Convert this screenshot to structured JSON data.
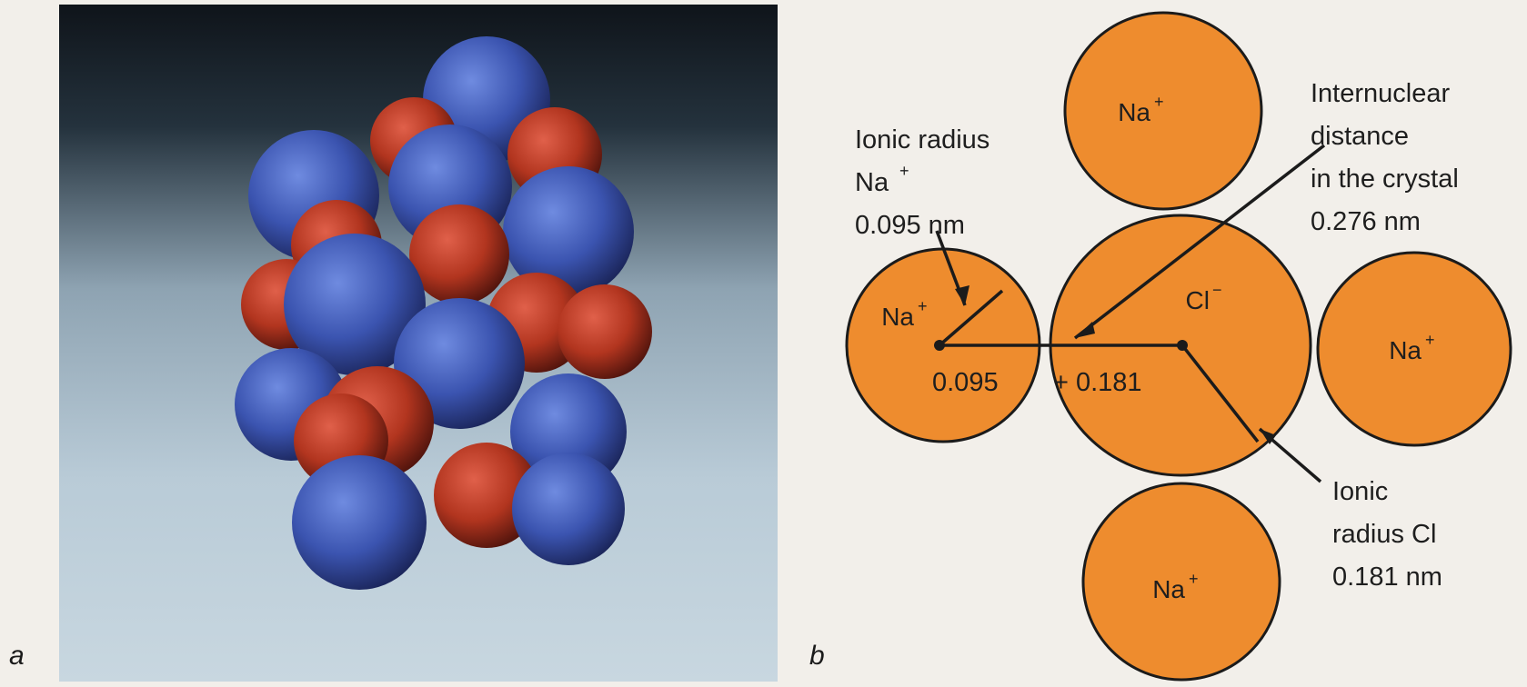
{
  "panels": [
    {
      "letter": "a"
    },
    {
      "letter": "b"
    }
  ],
  "diagram": {
    "ions": [
      {
        "symbol": "Na",
        "charge": "+"
      },
      {
        "symbol": "Na",
        "charge": "+"
      },
      {
        "symbol": "Cl",
        "charge": "−"
      },
      {
        "symbol": "Na",
        "charge": "+"
      },
      {
        "symbol": "Na",
        "charge": "+"
      }
    ],
    "annotations": {
      "na_radius": {
        "line1": "Ionic radius",
        "line2": "Na",
        "line2_sup": "+",
        "line3": "0.095 nm"
      },
      "internuclear": {
        "line1": "Internuclear",
        "line2": "distance",
        "line3": "in the crystal",
        "line4": "0.276 nm"
      },
      "cl_radius": {
        "line1": "Ionic",
        "line2": "radius Cl",
        "line3": "0.181 nm"
      },
      "sum_left": "0.095",
      "sum_right": "+ 0.181"
    },
    "colors": {
      "sphere_fill": "#ee8c2e",
      "outline": "#1b1b1b",
      "na_ball": "#3d58b5",
      "cl_ball": "#b83a26"
    }
  }
}
